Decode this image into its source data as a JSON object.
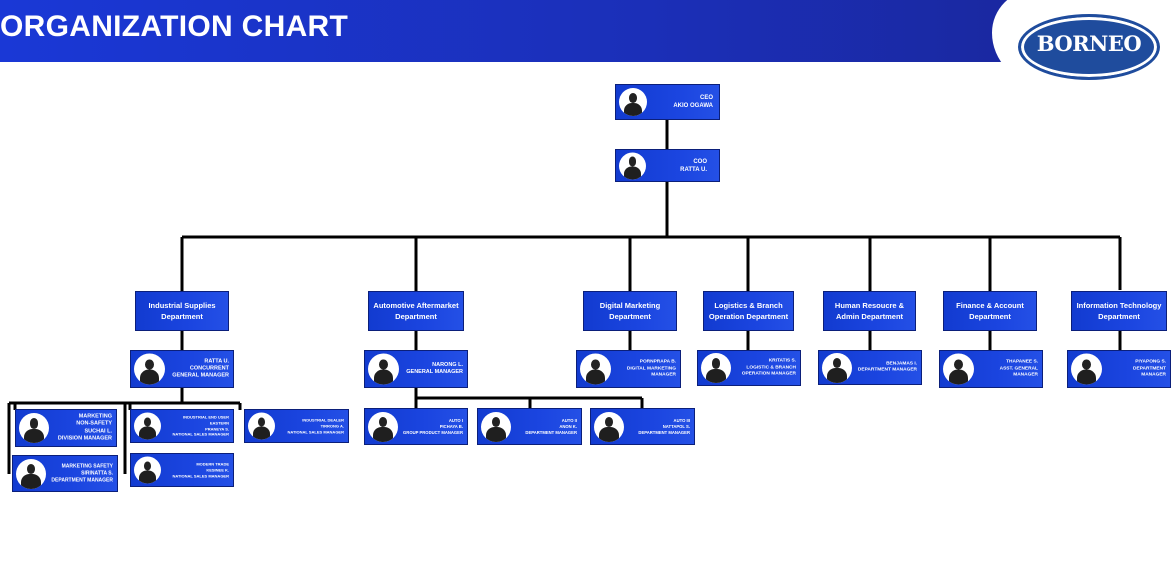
{
  "header": {
    "title": "ORGANIZATION CHART",
    "logo_text": "BORNEO"
  },
  "ceo": {
    "line1": "CEO",
    "line2": "AKIO OGAWA"
  },
  "coo": {
    "line1": "COO",
    "line2": "RATTA U."
  },
  "departments": {
    "industrial": "Industrial Supplies Department",
    "automotive": "Automotive Aftermarket Department",
    "digital": "Digital Marketing Department",
    "logistics": "Logistics & Branch Operation Department",
    "hr": "Human Resoucre & Admin Department",
    "finance": "Finance & Account Department",
    "it": "Information Technology Department"
  },
  "managers": {
    "industrial": {
      "name": "RATTA U.",
      "role1": "CONCURRENT",
      "role2": "GENERAL MANAGER"
    },
    "automotive": {
      "name": "NARONG L.",
      "role1": "GENERAL MANAGER"
    },
    "digital": {
      "name": "PORNPRAPA B.",
      "role1": "DIGITAL MARKETING",
      "role2": "MANAGER"
    },
    "logistics": {
      "name": "KRITATIS S.",
      "role1": "LOGISTIC & BRANCH",
      "role2": "OPERATION MANAGER"
    },
    "hr": {
      "name": "BENJAMAS I.",
      "role1": "DEPARTMENT MANAGER"
    },
    "finance": {
      "name": "THAPANEE S.",
      "role1": "ASST. GENERAL",
      "role2": "MANAGER"
    },
    "it": {
      "name": "PIYAPONG S.",
      "role1": "DEPARTMENT",
      "role2": "MANAGER"
    }
  },
  "industrial_staff": {
    "marketing_nonsafety": {
      "l1": "MARKETING",
      "l2": "NON-SAFETY",
      "l3": "SUCHAI L.",
      "l4": "DIVISION MANAGER"
    },
    "marketing_safety": {
      "l1": "MARKETING SAFETY",
      "l2": "SIRINATTA S.",
      "l3": "DEPARTMENT MANAGER"
    },
    "enduser_eastern": {
      "l1": "INDUSTRIAL END USER",
      "l2": "EASTERN",
      "l3": "PRANEYA S.",
      "l4": "NATIONAL SALES MANAGER"
    },
    "modern_trade": {
      "l1": "MODERN TRADE",
      "l2": "KESINEE K.",
      "l3": "NATIONAL SALES MANAGER"
    },
    "industrial_dealer": {
      "l1": "INDUSTRIAL DEALER",
      "l2": "TIRRONG A.",
      "l3": "NATIONAL SALES MANAGER"
    }
  },
  "automotive_staff": {
    "auto1": {
      "l1": "AUTO I",
      "l2": "PICHAYA B.",
      "l3": "GROUP PRODUCT MANAGER"
    },
    "auto2": {
      "l1": "AUTO II",
      "l2": "ANON K.",
      "l3": "DEPARTMENT MANAGER"
    },
    "auto3": {
      "l1": "AUTO III",
      "l2": "NATTAPOL S.",
      "l3": "DEPARTMENT MANAGER"
    }
  },
  "colors": {
    "box": "#1b45e0",
    "border": "#0b1f7a",
    "header": "#1b2fb8",
    "logo": "#1f4c9d"
  }
}
